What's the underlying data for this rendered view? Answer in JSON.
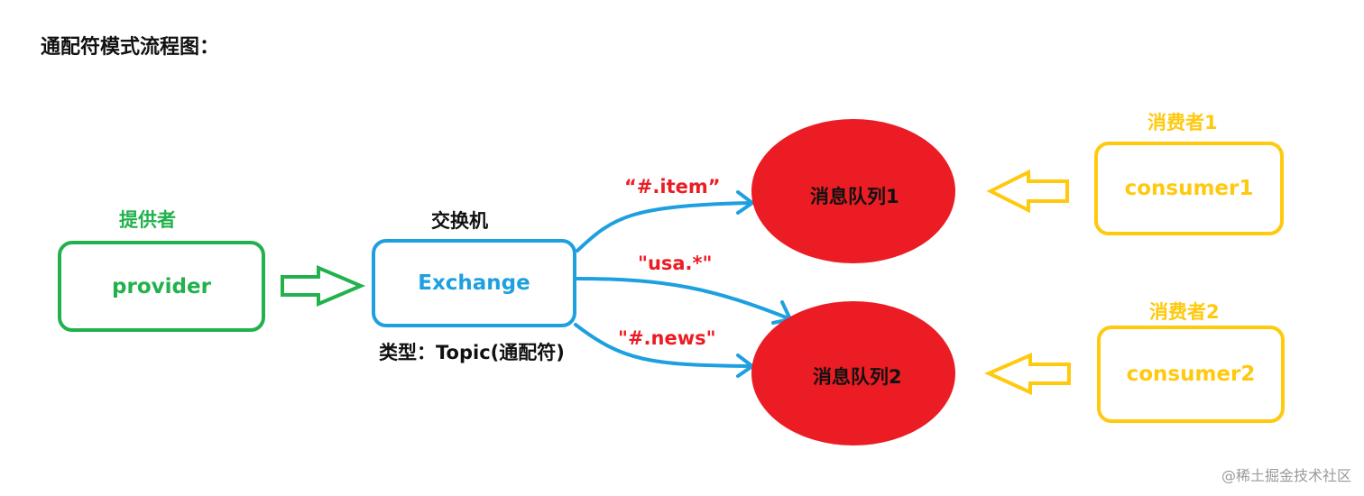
{
  "title": "通配符模式流程图：",
  "colors": {
    "provider": "#22b14c",
    "exchange": "#1ea0e0",
    "queue": "#ec1c24",
    "consumer": "#ffc90e",
    "routing_key": "#ec1c24",
    "text_dark": "#111111"
  },
  "provider": {
    "caption": "提供者",
    "label": "provider"
  },
  "exchange": {
    "caption": "交换机",
    "label": "Exchange",
    "type_label": "类型：Topic(通配符)"
  },
  "routing_keys": [
    {
      "label": "“#.item”",
      "target": "消息队列1"
    },
    {
      "label": "\"usa.*\"",
      "target": "消息队列2"
    },
    {
      "label": "\"#.news\"",
      "target": "消息队列2"
    }
  ],
  "queues": [
    {
      "label": "消息队列1"
    },
    {
      "label": "消息队列2"
    }
  ],
  "consumers": [
    {
      "caption": "消费者1",
      "label": "consumer1"
    },
    {
      "caption": "消费者2",
      "label": "consumer2"
    }
  ],
  "watermark": "@稀土掘金技术社区"
}
